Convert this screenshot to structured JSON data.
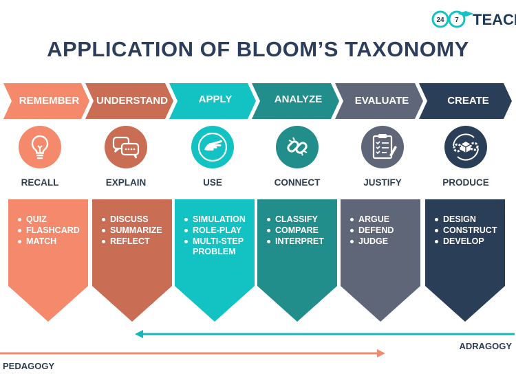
{
  "logo": {
    "num_a": "24",
    "num_b": "7",
    "text": "TEACH"
  },
  "title": "APPLICATION OF BLOOM’S TAXONOMY",
  "levels": [
    {
      "label": "REMEMBER",
      "verb": "RECALL",
      "color": "#f4896b",
      "icon": "lightbulb-icon",
      "items": [
        "QUIZ",
        "FLASHCARD",
        "MATCH"
      ]
    },
    {
      "label": "UNDERSTAND",
      "verb": "EXPLAIN",
      "color": "#c96d55",
      "icon": "speech-bubbles-icon",
      "items": [
        "DISCUSS",
        "SUMMARIZE",
        "REFLECT"
      ]
    },
    {
      "label": "APPLY",
      "verb": "USE",
      "color": "#13c2c3",
      "icon": "pointing-hand-icon",
      "items": [
        "SIMULATION",
        "ROLE-PLAY",
        "MULTI-STEP PROBLEM"
      ]
    },
    {
      "label": "ANALYZE",
      "verb": "CONNECT",
      "color": "#228e8c",
      "icon": "broken-link-icon",
      "items": [
        "CLASSIFY",
        "COMPARE",
        "INTERPRET"
      ]
    },
    {
      "label": "EVALUATE",
      "verb": "JUSTIFY",
      "color": "#5f6677",
      "icon": "checklist-icon",
      "items": [
        "ARGUE",
        "DEFEND",
        "JUDGE"
      ]
    },
    {
      "label": "CREATE",
      "verb": "PRODUCE",
      "color": "#2b3e57",
      "icon": "gears-box-icon",
      "items": [
        "DESIGN",
        "CONSTRUCT",
        "DEVELOP"
      ]
    }
  ],
  "adragogy": {
    "label": "ADRAGOGY",
    "color": "#17b6b9"
  },
  "pedagogy": {
    "label": "PEDAGOGY",
    "color": "#f08a70"
  }
}
